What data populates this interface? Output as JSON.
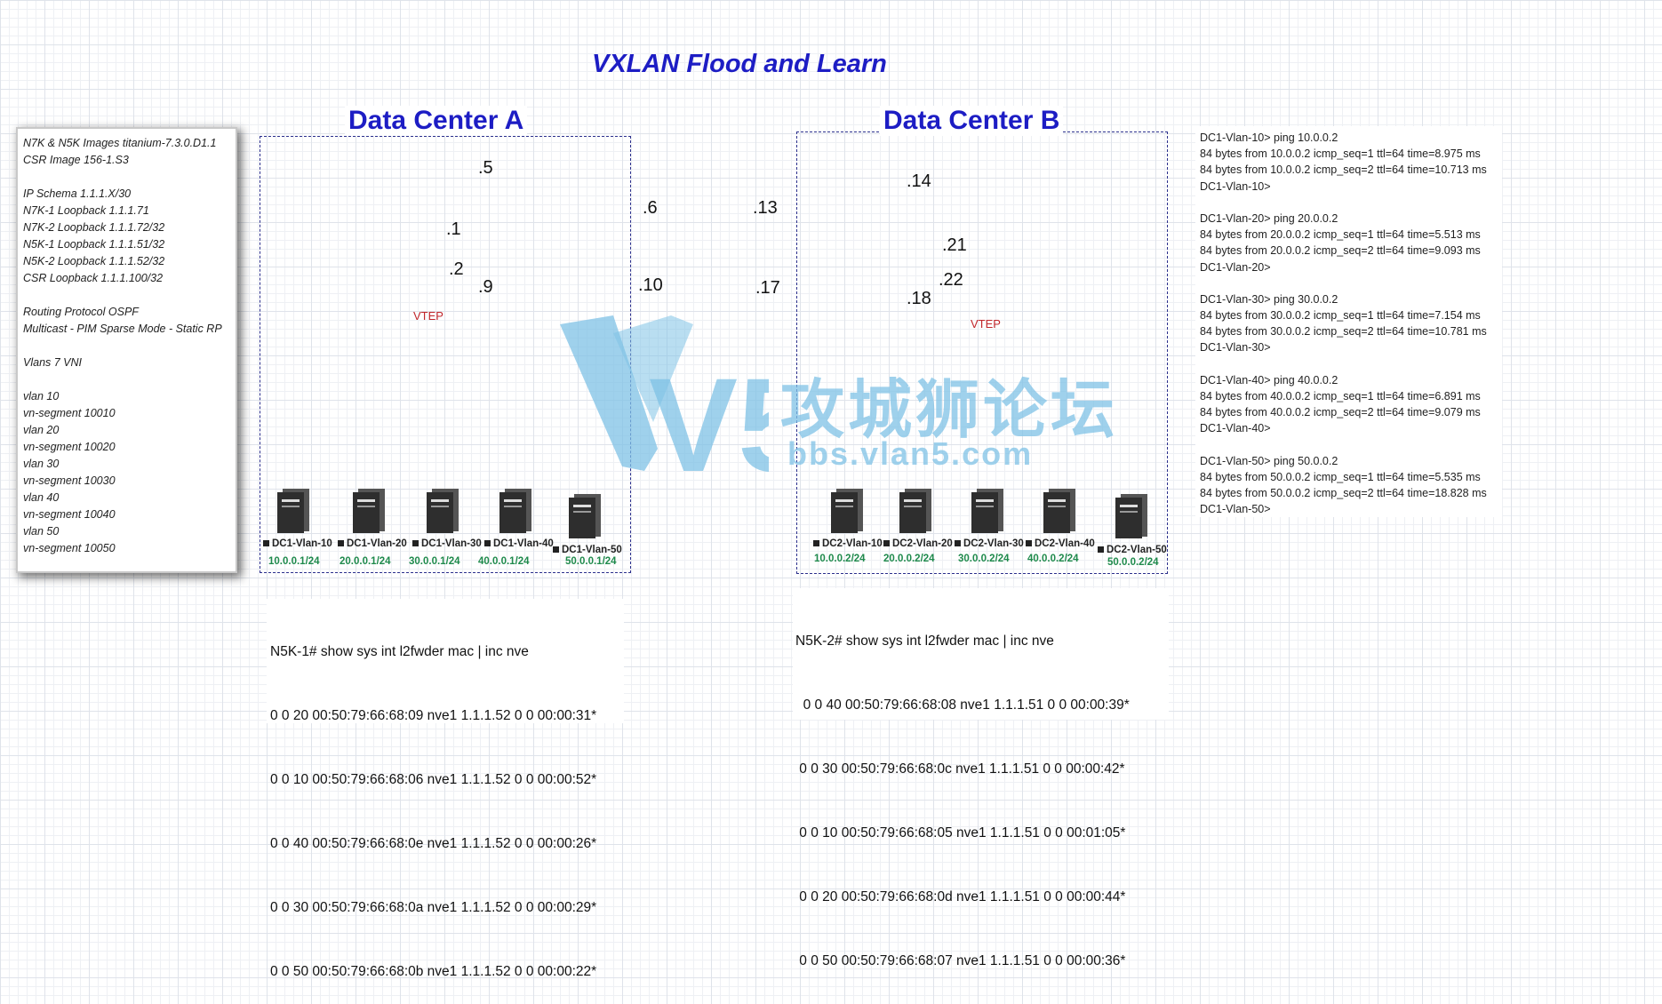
{
  "title": "VXLAN Flood and Learn",
  "info_panel": {
    "lines": [
      "N7K & N5K Images titanium-7.3.0.D1.1",
      "CSR Image 156-1.S3",
      "",
      "IP Schema 1.1.1.X/30",
      "N7K-1 Loopback 1.1.1.71",
      "N7K-2 Loopback 1.1.1.72/32",
      "N5K-1 Loopback 1.1.1.51/32",
      "N5K-2 Loopback 1.1.1.52/32",
      "CSR Loopback 1.1.1.100/32",
      "",
      "Routing Protocol OSPF",
      "Multicast - PIM Sparse Mode - Static RP",
      "",
      "Vlans 7 VNI",
      "",
      "vlan 10",
      "vn-segment 10010",
      "vlan 20",
      "vn-segment 10020",
      "vlan 30",
      "vn-segment 10030",
      "vlan 40",
      "vn-segment 10040",
      "vlan 50",
      "vn-segment 10050"
    ]
  },
  "dc_a": {
    "title": "Data Center A",
    "vtep": "VTEP",
    "ips": [
      ".5",
      ".1",
      ".2",
      ".9"
    ],
    "servers": [
      {
        "name": "DC1-Vlan-10",
        "ip": "10.0.0.1/24"
      },
      {
        "name": "DC1-Vlan-20",
        "ip": "20.0.0.1/24"
      },
      {
        "name": "DC1-Vlan-30",
        "ip": "30.0.0.1/24"
      },
      {
        "name": "DC1-Vlan-40",
        "ip": "40.0.0.1/24"
      },
      {
        "name": "DC1-Vlan-50",
        "ip": "50.0.0.1/24"
      }
    ]
  },
  "dc_b": {
    "title": "Data Center B",
    "vtep": "VTEP",
    "ips": [
      ".14",
      ".21",
      ".22",
      ".18"
    ],
    "servers": [
      {
        "name": "DC2-Vlan-10",
        "ip": "10.0.0.2/24"
      },
      {
        "name": "DC2-Vlan-20",
        "ip": "20.0.0.2/24"
      },
      {
        "name": "DC2-Vlan-30",
        "ip": "30.0.0.2/24"
      },
      {
        "name": "DC2-Vlan-40",
        "ip": "40.0.0.2/24"
      },
      {
        "name": "DC2-Vlan-50",
        "ip": "50.0.0.2/24"
      }
    ]
  },
  "middle_ips": [
    ".6",
    ".13",
    ".10",
    ".17"
  ],
  "cli_a": {
    "lines": [
      "N5K-1# show sys int l2fwder mac | inc nve",
      "0 0 20 00:50:79:66:68:09 nve1 1.1.1.52 0 0 00:00:31*",
      "0 0 10 00:50:79:66:68:06 nve1 1.1.1.52 0 0 00:00:52*",
      "0 0 40 00:50:79:66:68:0e nve1 1.1.1.52 0 0 00:00:26*",
      "0 0 30 00:50:79:66:68:0a nve1 1.1.1.52 0 0 00:00:29*",
      "0 0 50 00:50:79:66:68:0b nve1 1.1.1.52 0 0 00:00:22*"
    ]
  },
  "cli_b": {
    "lines": [
      "N5K-2# show sys int l2fwder mac | inc nve",
      "  0 0 40 00:50:79:66:68:08 nve1 1.1.1.51 0 0 00:00:39*",
      " 0 0 30 00:50:79:66:68:0c nve1 1.1.1.51 0 0 00:00:42*",
      " 0 0 10 00:50:79:66:68:05 nve1 1.1.1.51 0 0 00:01:05*",
      " 0 0 20 00:50:79:66:68:0d nve1 1.1.1.51 0 0 00:00:44*",
      " 0 0 50 00:50:79:66:68:07 nve1 1.1.1.51 0 0 00:00:36*"
    ]
  },
  "ping_panel": {
    "lines": [
      "DC1-Vlan-10> ping 10.0.0.2",
      "84 bytes from 10.0.0.2 icmp_seq=1 ttl=64 time=8.975 ms",
      "84 bytes from 10.0.0.2 icmp_seq=2 ttl=64 time=10.713 ms",
      "DC1-Vlan-10>",
      "",
      "DC1-Vlan-20> ping 20.0.0.2",
      "84 bytes from 20.0.0.2 icmp_seq=1 ttl=64 time=5.513 ms",
      "84 bytes from 20.0.0.2 icmp_seq=2 ttl=64 time=9.093 ms",
      "DC1-Vlan-20>",
      "",
      "DC1-Vlan-30> ping 30.0.0.2",
      "84 bytes from 30.0.0.2 icmp_seq=1 ttl=64 time=7.154 ms",
      "84 bytes from 30.0.0.2 icmp_seq=2 ttl=64 time=10.781 ms",
      "DC1-Vlan-30>",
      "",
      "DC1-Vlan-40> ping 40.0.0.2",
      "84 bytes from 40.0.0.2 icmp_seq=1 ttl=64 time=6.891 ms",
      "84 bytes from 40.0.0.2 icmp_seq=2 ttl=64 time=9.079 ms",
      "DC1-Vlan-40>",
      "",
      "DC1-Vlan-50> ping 50.0.0.2",
      "84 bytes from 50.0.0.2 icmp_seq=1 ttl=64 time=5.535 ms",
      "84 bytes from 50.0.0.2 icmp_seq=2 ttl=64 time=18.828 ms",
      "DC1-Vlan-50>"
    ]
  },
  "watermark": {
    "logo": "V5",
    "text": "攻城狮论坛",
    "url": "bbs.vlan5.com"
  }
}
